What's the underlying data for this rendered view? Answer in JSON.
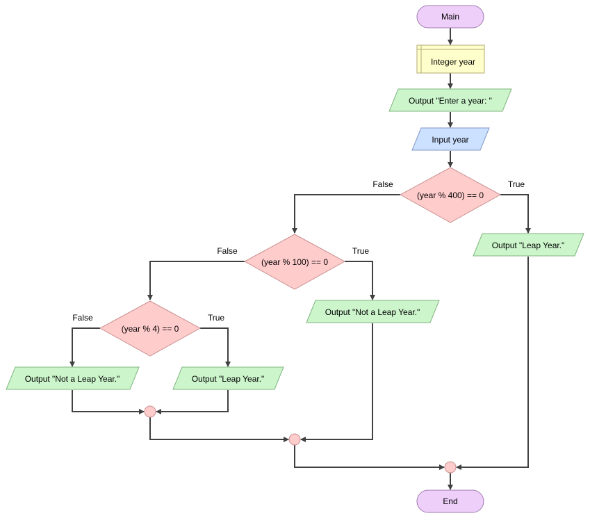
{
  "flowchart": {
    "start": "Main",
    "end": "End",
    "declare": "Integer year",
    "prompt": "Output \"Enter a year: \"",
    "input": "Input year",
    "decisions": [
      {
        "id": "d400",
        "condition": "(year % 400) == 0",
        "true_label": "True",
        "false_label": "False"
      },
      {
        "id": "d100",
        "condition": "(year % 100) == 0",
        "true_label": "True",
        "false_label": "False"
      },
      {
        "id": "d4",
        "condition": "(year % 4) == 0",
        "true_label": "True",
        "false_label": "False"
      }
    ],
    "outputs": {
      "leap_400": "Output \"Leap Year.\"",
      "not_leap_100": "Output \"Not a Leap Year.\"",
      "not_leap_4": "Output \"Not a Leap Year.\"",
      "leap_4": "Output \"Leap Year.\""
    }
  },
  "colors": {
    "terminal": "#eecffa",
    "declaration": "#ffffcc",
    "output": "#ccf5cc",
    "input": "#cce0ff",
    "decision": "#ffcccc",
    "connector": "#404040"
  }
}
